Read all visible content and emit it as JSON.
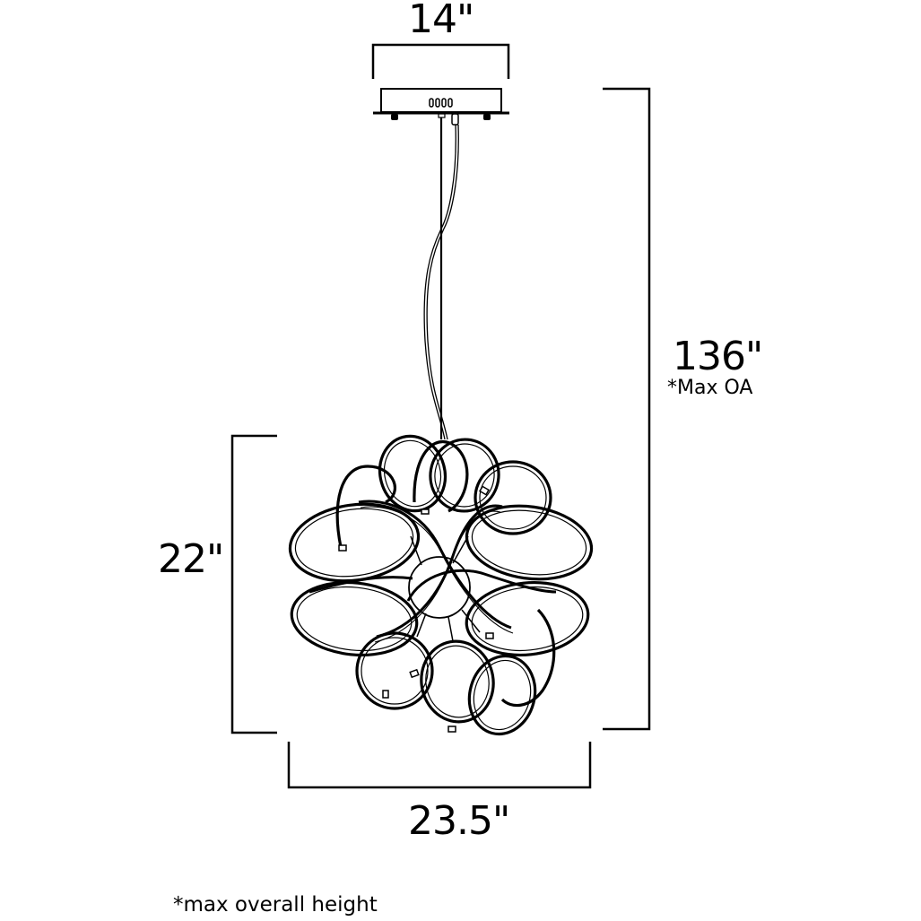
{
  "diagram": {
    "type": "product-dimension-drawing",
    "subject": "LED pendant chandelier with looped ribbon arms and round canopy",
    "colors": {
      "line": "#000000",
      "background": "#ffffff"
    },
    "dimensions": {
      "canopy_width": {
        "label": "14\"",
        "value_in": 14
      },
      "overall_height": {
        "label": "136\"",
        "note": "*Max OA",
        "value_in": 136
      },
      "fixture_height": {
        "label": "22\"",
        "value_in": 22
      },
      "fixture_width": {
        "label": "23.5\"",
        "value_in": 23.5
      }
    },
    "footnote": "*max overall height"
  }
}
